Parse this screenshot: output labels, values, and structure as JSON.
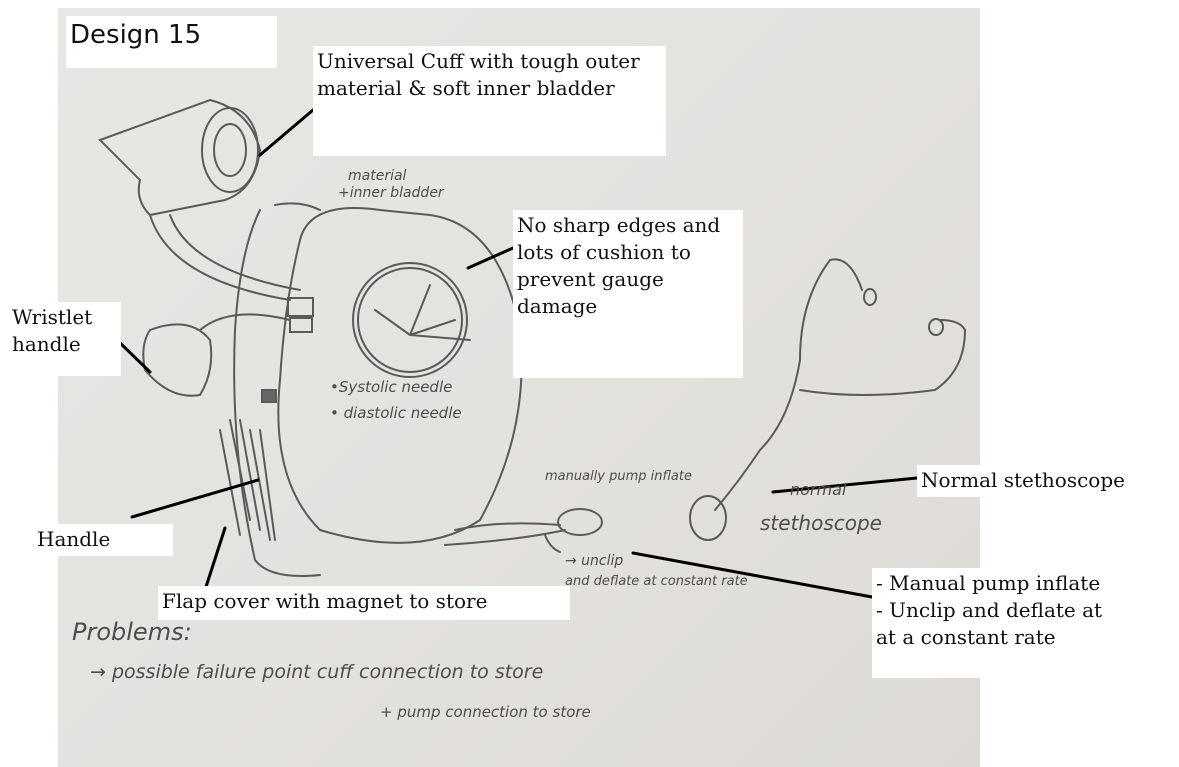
{
  "title": "Design 15",
  "callouts": {
    "cuff": "Universal Cuff with tough outer material & soft inner bladder",
    "edges": "No sharp edges and lots of cushion to prevent gauge damage",
    "wristlet": "Wristlet handle",
    "stethoscope": "Normal stethoscope",
    "handle": "Handle",
    "flap": "Flap cover with magnet to store",
    "pump_line1": "- Manual pump inflate",
    "pump_line2": "- Unclip and deflate at",
    "pump_line3": "at a constant rate"
  },
  "sketch_notes": {
    "cuff_note_1": "material",
    "cuff_note_2": "+inner bladder",
    "systolic": "•Systolic needle",
    "diastolic": "• diastolic needle",
    "pump": "manually pump inflate",
    "unclip": "→ unclip",
    "deflate": "and deflate at constant rate",
    "stethoscope_1": "normal",
    "stethoscope_2": "stethoscope",
    "problems_title": "Problems:",
    "problem_1": "→ possible failure point  cuff connection to store",
    "problem_2": "+ pump connection to store"
  },
  "colors": {
    "paper": "#e6e4e1",
    "pencil": "#555555",
    "label_bg": "#ffffff",
    "leader": "#000000"
  }
}
